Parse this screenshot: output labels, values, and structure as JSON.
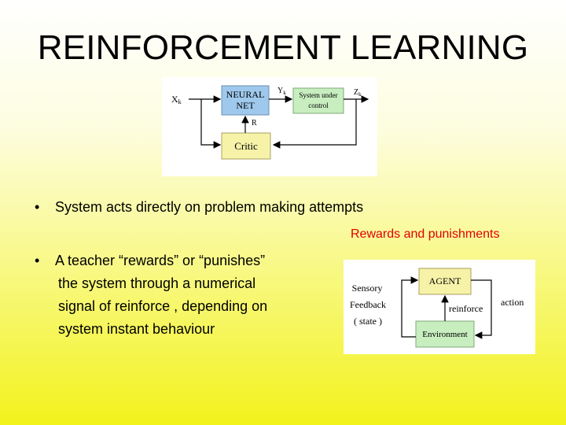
{
  "slide": {
    "title": "REINFORCEMENT LEARNING"
  },
  "diagram_top": {
    "input_label": "X",
    "input_sub": "k",
    "neural_net_line1": "NEURAL",
    "neural_net_line2": "NET",
    "output_label": "Y",
    "output_sub": "k",
    "system_line1": "System under",
    "system_line2": "control",
    "z_label": "Z",
    "z_sub": "k",
    "r_label": "R",
    "critic_label": "Critic",
    "colors": {
      "neural_net": "#9ec8ec",
      "system": "#c8eec0",
      "critic": "#f6f2a8"
    }
  },
  "bullets": [
    {
      "text": "System acts directly on problem making attempts"
    },
    {
      "lines": [
        "A teacher “rewards” or “punishes”",
        "the system through a numerical",
        "signal of reinforce , depending on",
        "system instant behaviour"
      ]
    }
  ],
  "rewards_label": "Rewards and punishments",
  "diagram_bottom": {
    "agent_label": "AGENT",
    "environment_label": "Environment",
    "sensory_line1": "Sensory",
    "sensory_line2": "Feedback",
    "sensory_line3": "( state )",
    "reinforce_label": "reinforce",
    "action_label": "action",
    "colors": {
      "agent": "#f6f2a8",
      "environment": "#c8eec0"
    }
  }
}
